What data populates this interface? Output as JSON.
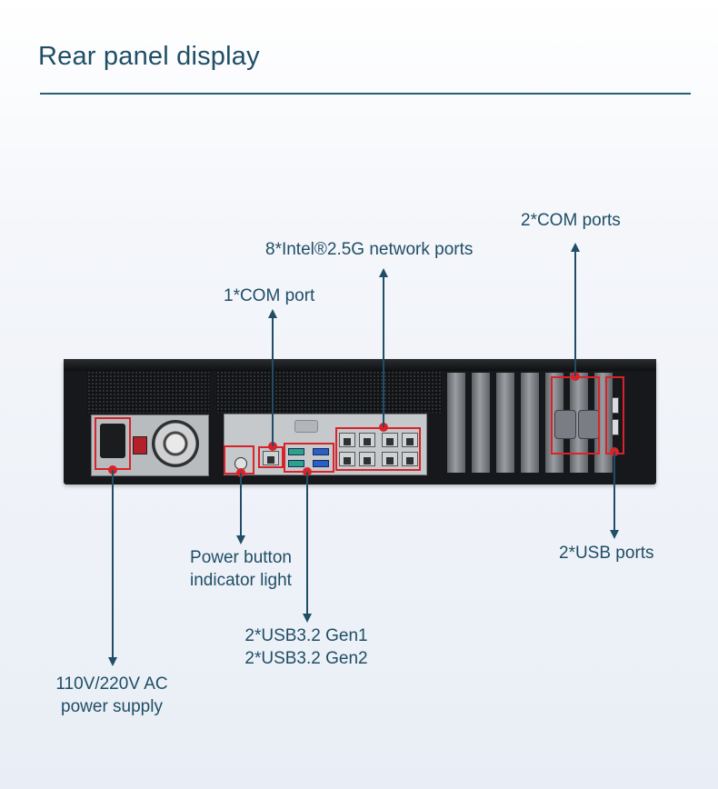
{
  "header": {
    "title": "Rear panel display"
  },
  "callouts": {
    "com_2": "2*COM ports",
    "network": "8*Intel®2.5G network ports",
    "com_1": "1*COM port",
    "usb_2": "2*USB ports",
    "power_button_line1": "Power button",
    "power_button_line2": "indicator light",
    "usb32_line1": "2*USB3.2 Gen1",
    "usb32_line2": "2*USB3.2 Gen2",
    "ac_line1": "110V/220V AC",
    "ac_line2": "power supply"
  },
  "colors": {
    "text": "#1f4e66",
    "highlight": "#d8232a",
    "rule": "#2b5c74"
  }
}
